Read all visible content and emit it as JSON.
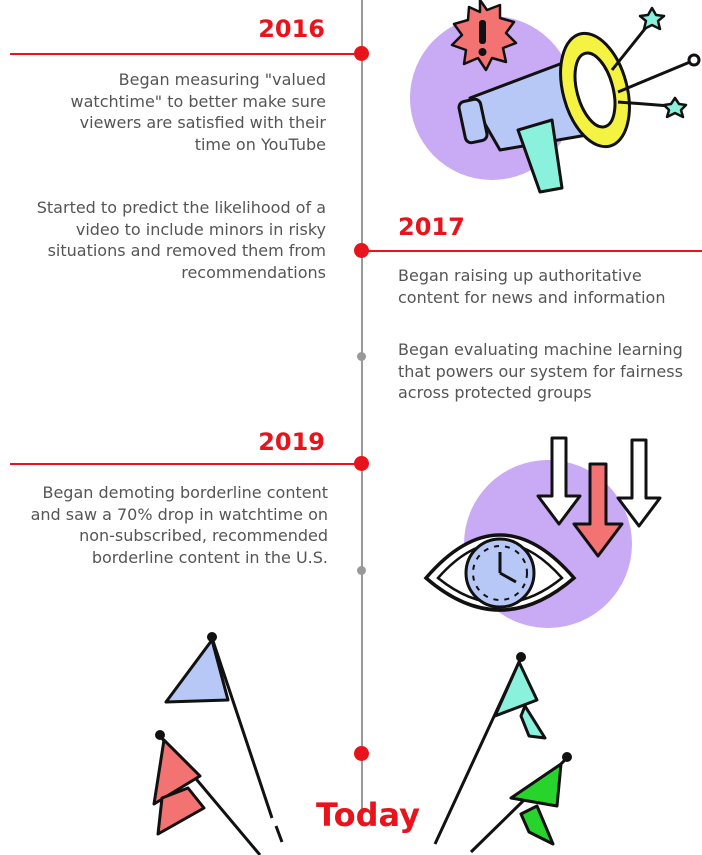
{
  "colors": {
    "accent": "#e8141c",
    "text": "#555555",
    "timeline": "#999999",
    "lavender": "#c9aaf5",
    "blue_light": "#b7c8f7",
    "salmon": "#f37272",
    "mint": "#8af2dc",
    "green": "#27d42c",
    "yellow": "#f5f342",
    "line_black": "#111111"
  },
  "timeline": {
    "events": [
      {
        "year": "2016",
        "side": "left",
        "paragraphs": [
          "Began measuring \"valued watchtime\" to better make sure viewers are satisfied with their time on YouTube",
          "Started to predict the likelihood of a video to include minors in risky situations and removed them from recommendations"
        ]
      },
      {
        "year": "2017",
        "side": "right",
        "paragraphs": [
          "Began raising up authoritative content for news and information",
          "Began evaluating machine learning that powers our system for fairness across protected groups"
        ]
      },
      {
        "year": "2019",
        "side": "left",
        "paragraphs": [
          "Began demoting borderline content and saw a 70% drop in watchtime on non-subscribed, recommended borderline content in the U.S."
        ]
      }
    ],
    "end_label": "Today"
  },
  "illustrations": {
    "top_right": "megaphone-icon",
    "middle_right": "eye-clock-arrows-icon",
    "bottom_left": "flags-icon",
    "bottom_right": "flags-icon"
  }
}
